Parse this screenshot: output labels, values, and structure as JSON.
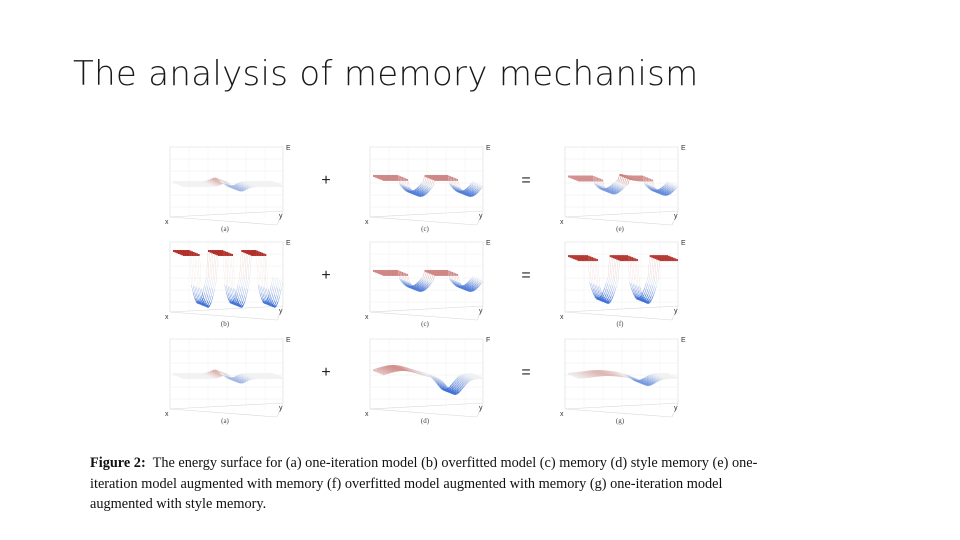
{
  "slide": {
    "title": "The analysis of memory mechanism"
  },
  "figure": {
    "axis_letters": {
      "x": "x",
      "y": "y",
      "energy": "E",
      "energy_g": "E",
      "energy_d": "F"
    },
    "operators": {
      "plus": "+",
      "equals": "="
    },
    "rows": [
      {
        "panels": [
          {
            "label": "(a)",
            "surface": "one-iteration"
          },
          {
            "label": "(c)",
            "surface": "memory"
          },
          {
            "label": "(e)",
            "surface": "augmented-memory"
          }
        ]
      },
      {
        "panels": [
          {
            "label": "(b)",
            "surface": "overfitted"
          },
          {
            "label": "(c)",
            "surface": "memory"
          },
          {
            "label": "(f)",
            "surface": "overfitted-augmented"
          }
        ]
      },
      {
        "panels": [
          {
            "label": "(a)",
            "surface": "one-iteration"
          },
          {
            "label": "(d)",
            "surface": "style"
          },
          {
            "label": "(g)",
            "surface": "style-augmented"
          }
        ]
      }
    ],
    "colors": {
      "high": "#b2302b",
      "low": "#3d6fd6",
      "mid": "#f2f2f2"
    }
  },
  "caption": {
    "label": "Figure 2:",
    "text": "The energy surface for (a) one-iteration model (b) overfitted model (c) memory (d) style memory (e) one-iteration model augmented with memory (f) overfitted model augmented with memory (g) one-iteration model augmented with style memory."
  }
}
